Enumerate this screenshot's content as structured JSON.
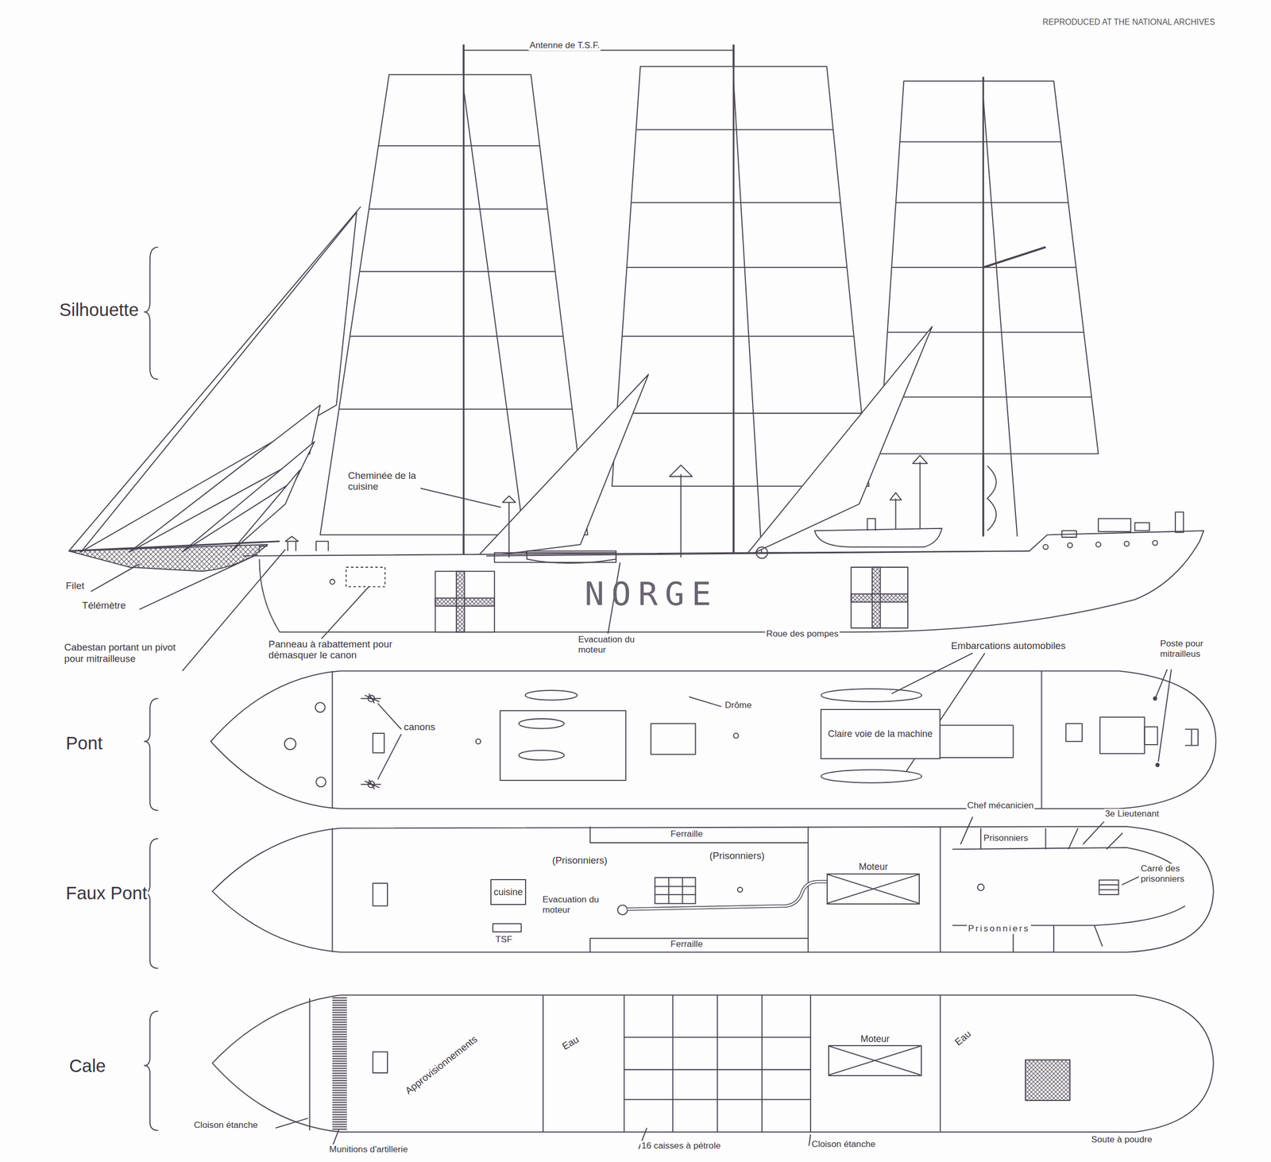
{
  "diagram": {
    "nodes": [
      {
        "text": [
          "Claire voie de la machine"
        ]
      },
      {
        "text": [
          "cuisine"
        ]
      },
      {
        "text": [
          "Moteur"
        ]
      },
      {
        "text": [
          "Moteur"
        ]
      }
    ],
    "labels": [
      "REPRODUCED AT THE NATIONAL ARCHIVES",
      "Antenne de T.S.F.",
      "Silhouette",
      "Pont",
      "Faux Pont",
      "Cale",
      "Cheminée de la cuisine",
      "NORGE",
      "Filet",
      "Télémètre",
      "Cabestan portant un pivot pour mitrailleuse",
      "Panneau à rabattement pour démasquer le canon",
      "Evacuation du moteur",
      "Roue des pompes",
      "Embarcations automobiles",
      "Poste pour mitrailleus",
      "canons",
      "Drôme",
      "Ferraille",
      "(Prisonniers)",
      "(Prisonniers)",
      "TSF",
      "Evacuation du moteur",
      "Chef mécanicien",
      "Prisonniers",
      "3e Lieutenant",
      "Carré des prisonniers",
      "Prisonniers",
      "Ferraille",
      "Approvisionnements",
      "Eau",
      "Eau",
      "Cloison étanche",
      "Munitions d'artillerie",
      "16 caisses à pétrole",
      "Cloison étanche",
      "Soute à poudre"
    ]
  }
}
